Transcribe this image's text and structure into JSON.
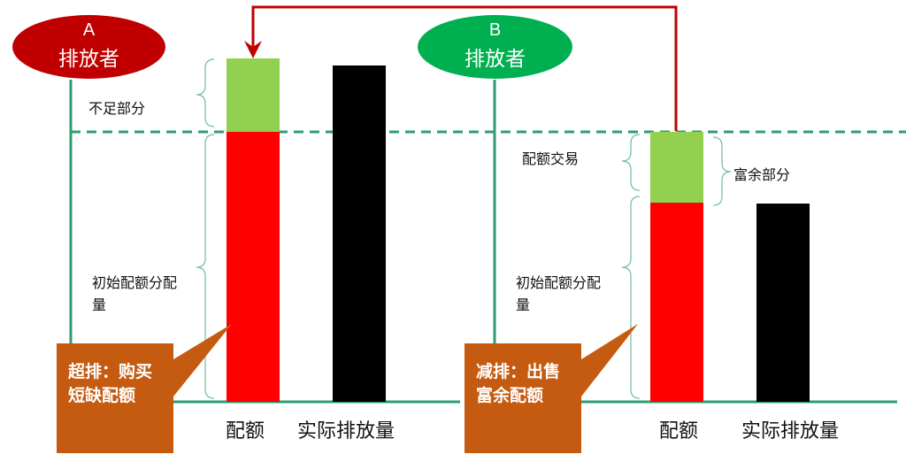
{
  "entity_a": {
    "letter": "A",
    "name": "排放者",
    "color": "#c00000"
  },
  "entity_b": {
    "letter": "B",
    "name": "排放者",
    "color": "#00b050"
  },
  "labels": {
    "shortfall": "不足部分",
    "initial_a": "初始配额分配量",
    "trade": "配额交易",
    "surplus": "富余部分",
    "initial_b": "初始配额分配量"
  },
  "axis": {
    "quota_a": "配额",
    "actual_a": "实际排放量",
    "quota_b": "配额",
    "actual_b": "实际排放量"
  },
  "callouts": {
    "a": "超排：购买短缺配额",
    "b": "减排：出售富余配额",
    "color": "#c55a11"
  },
  "colors": {
    "red": "#ff0000",
    "green": "#92d050",
    "black": "#000000",
    "axis": "#2e9e70",
    "arrow": "#c00000"
  }
}
